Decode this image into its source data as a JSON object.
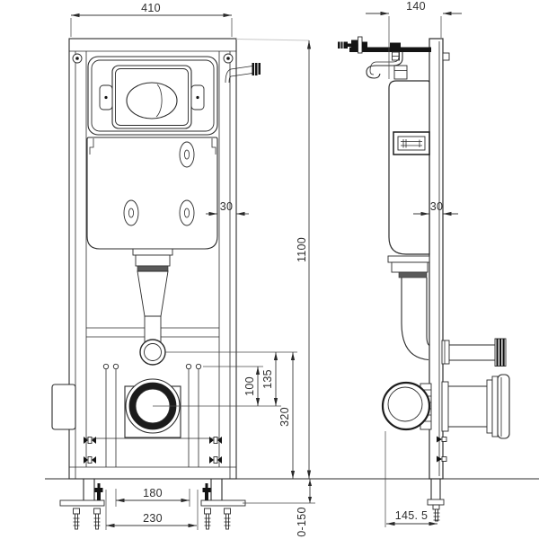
{
  "drawing": {
    "type": "technical-installation-drawing",
    "subject": "concealed WC cistern mounting frame, front and side view",
    "background_color": "#ffffff",
    "line_color": "#2b2b2b"
  },
  "dimensions": {
    "front_width": "410",
    "side_depth": "140",
    "front_profile": "30",
    "side_profile": "30",
    "overall_height": "1100",
    "rods_to_outlet": "100",
    "flush_to_outlet": "135",
    "outlet_height": "320",
    "inner_bolt_span": "180",
    "outer_bolt_span": "230",
    "outlet_offset": "145. 5",
    "foot_range": "0-150"
  }
}
